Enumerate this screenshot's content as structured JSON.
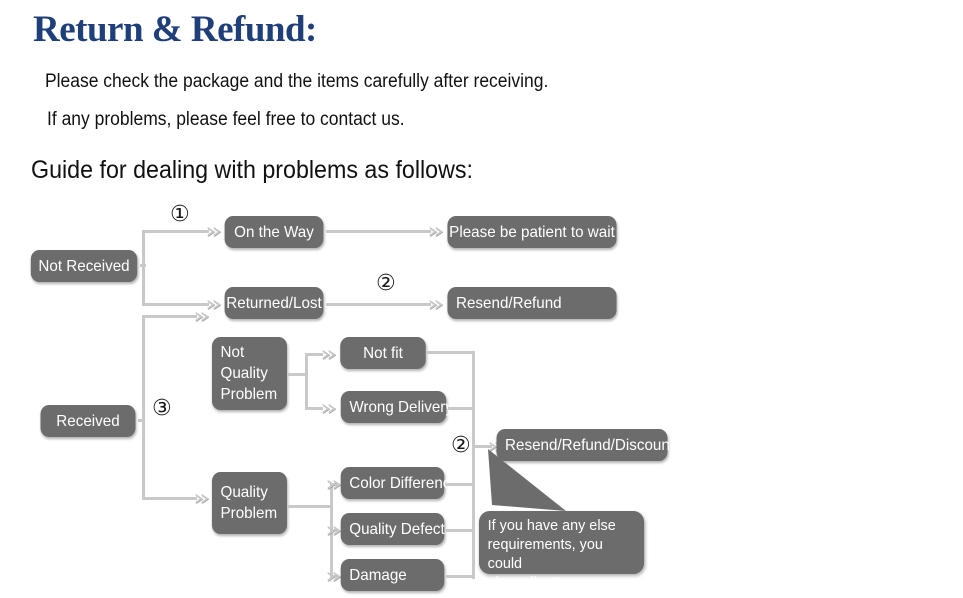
{
  "header": {
    "title": "Return & Refund:",
    "line1": "Please check the package and the items carefully after receiving.",
    "line2": "If any problems, please feel free to contact us.",
    "guide": "Guide for dealing with problems as follows:"
  },
  "colors": {
    "title_blue": "#1f3f7a",
    "node_gray": "#6c6c6c",
    "node_text": "#ffffff",
    "connector_gray": "#c9c9c9",
    "body_text": "#111111"
  },
  "flowchart": {
    "nodes": {
      "not_received": "Not Received",
      "on_the_way": "On the Way",
      "returned_lost": "Returned/Lost",
      "please_wait": "Please be patient to wait",
      "resend_refund": "Resend/Refund",
      "received": "Received",
      "not_quality_problem": "Not\nQuality\nProblem",
      "not_fit": "Not fit",
      "wrong_delivery": "Wrong Delivery",
      "quality_problem": "Quality\nProblem",
      "color_difference": "Color Difference",
      "quality_defect": "Quality Defect",
      "damage": "Damage",
      "resend_refund_discount": "Resend/Refund/Discount"
    },
    "markers": {
      "one": "①",
      "two_top": "②",
      "three": "③",
      "two_bottom": "②"
    },
    "arrow_glyph": "»",
    "callout": "If you have any else\nrequirements, you could\nalso tell us!"
  }
}
